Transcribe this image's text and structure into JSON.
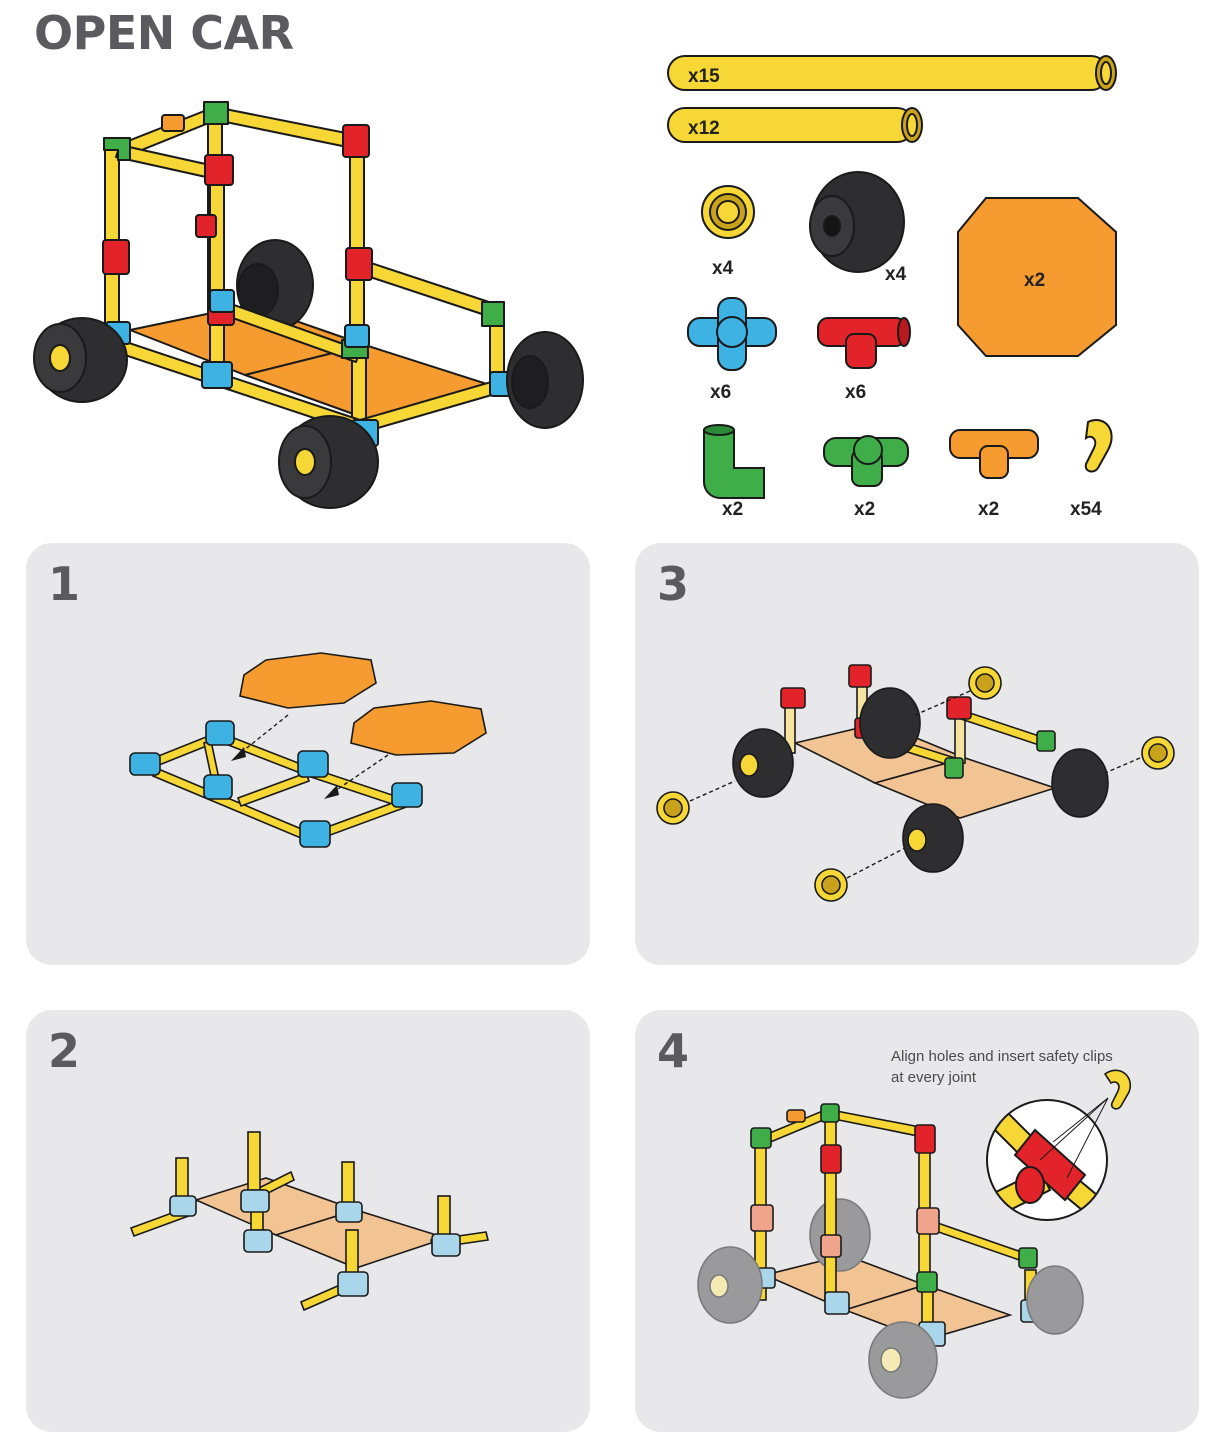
{
  "title": "OPEN CAR",
  "parts": {
    "long_pipe_qty": "x15",
    "short_pipe_qty": "x12",
    "cap_qty": "x4",
    "wheel_qty": "x4",
    "panel_qty": "x2",
    "cross_qty": "x6",
    "tee_red_qty": "x6",
    "elbow_qty": "x2",
    "corner_qty": "x2",
    "tee_orange_qty": "x2",
    "clip_qty": "x54"
  },
  "steps": {
    "s1": "1",
    "s2": "2",
    "s3": "3",
    "s4": "4"
  },
  "step4_note": "Align holes and insert safety clips at every joint",
  "colors": {
    "yellow": "#f7d736",
    "orange": "#f59b2f",
    "blue": "#3eb3e3",
    "red": "#e2242a",
    "green": "#3fae49",
    "wheel": "#2e2e30",
    "panel_bg": "#e8e8ea",
    "text": "#5b5b5f"
  },
  "icons": [
    "pipe-icon",
    "cap-icon",
    "wheel-icon",
    "octagon-panel-icon",
    "cross-connector-icon",
    "tee-connector-icon",
    "elbow-connector-icon",
    "corner-connector-icon",
    "clip-icon",
    "arrow-icon",
    "magnifier-icon"
  ]
}
